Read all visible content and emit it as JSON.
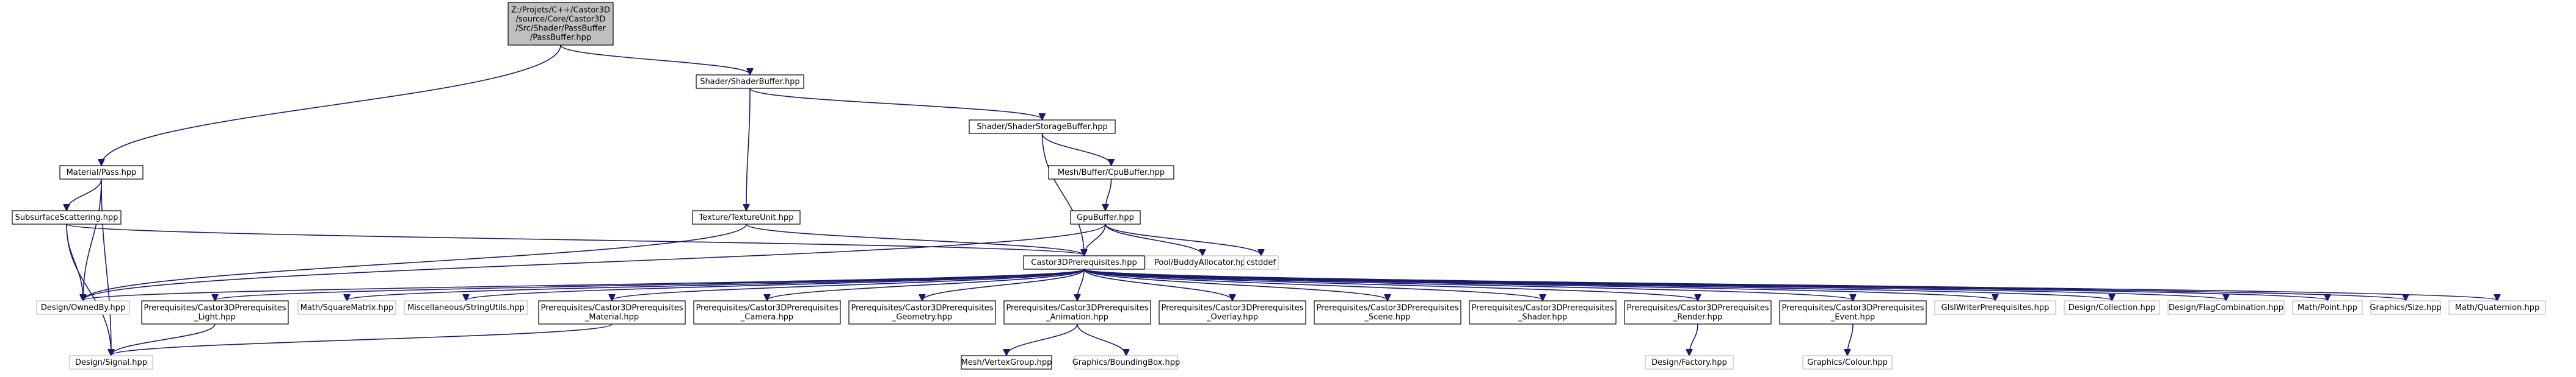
{
  "graph": {
    "nodes": [
      {
        "id": "root",
        "lines": [
          "Z:/Projets/C++/Castor3D",
          "/source/Core/Castor3D",
          "/Src/Shader/PassBuffer",
          "/PassBuffer.hpp"
        ],
        "style": "root"
      },
      {
        "id": "material_pass",
        "lines": [
          "Material/Pass.hpp"
        ],
        "style": "normal"
      },
      {
        "id": "shader_buffer",
        "lines": [
          "Shader/ShaderBuffer.hpp"
        ],
        "style": "normal"
      },
      {
        "id": "shader_storage_buffer",
        "lines": [
          "Shader/ShaderStorageBuffer.hpp"
        ],
        "style": "normal"
      },
      {
        "id": "subsurface_scattering",
        "lines": [
          "SubsurfaceScattering.hpp"
        ],
        "style": "normal"
      },
      {
        "id": "texture_unit",
        "lines": [
          "Texture/TextureUnit.hpp"
        ],
        "style": "normal"
      },
      {
        "id": "cpu_buffer",
        "lines": [
          "Mesh/Buffer/CpuBuffer.hpp"
        ],
        "style": "normal"
      },
      {
        "id": "gpu_buffer",
        "lines": [
          "GpuBuffer.hpp"
        ],
        "style": "normal"
      },
      {
        "id": "pool_buddy",
        "lines": [
          "Pool/BuddyAllocator.hpp"
        ],
        "style": "gray"
      },
      {
        "id": "cstddef",
        "lines": [
          "cstddef"
        ],
        "style": "gray"
      },
      {
        "id": "c3d_prereq",
        "lines": [
          "Castor3DPrerequisites.hpp"
        ],
        "style": "normal"
      },
      {
        "id": "design_ownedby",
        "lines": [
          "Design/OwnedBy.hpp"
        ],
        "style": "gray"
      },
      {
        "id": "pr_light",
        "lines": [
          "Prerequisites/Castor3DPrerequisites",
          "_Light.hpp"
        ],
        "style": "normal"
      },
      {
        "id": "math_squarematrix",
        "lines": [
          "Math/SquareMatrix.hpp"
        ],
        "style": "gray"
      },
      {
        "id": "misc_stringutils",
        "lines": [
          "Miscellaneous/StringUtils.hpp"
        ],
        "style": "gray"
      },
      {
        "id": "pr_material",
        "lines": [
          "Prerequisites/Castor3DPrerequisites",
          "_Material.hpp"
        ],
        "style": "normal"
      },
      {
        "id": "pr_camera",
        "lines": [
          "Prerequisites/Castor3DPrerequisites",
          "_Camera.hpp"
        ],
        "style": "normal"
      },
      {
        "id": "pr_geometry",
        "lines": [
          "Prerequisites/Castor3DPrerequisites",
          "_Geometry.hpp"
        ],
        "style": "normal"
      },
      {
        "id": "pr_animation",
        "lines": [
          "Prerequisites/Castor3DPrerequisites",
          "_Animation.hpp"
        ],
        "style": "normal"
      },
      {
        "id": "pr_overlay",
        "lines": [
          "Prerequisites/Castor3DPrerequisites",
          "_Overlay.hpp"
        ],
        "style": "normal"
      },
      {
        "id": "pr_scene",
        "lines": [
          "Prerequisites/Castor3DPrerequisites",
          "_Scene.hpp"
        ],
        "style": "normal"
      },
      {
        "id": "pr_shader",
        "lines": [
          "Prerequisites/Castor3DPrerequisites",
          "_Shader.hpp"
        ],
        "style": "normal"
      },
      {
        "id": "pr_render",
        "lines": [
          "Prerequisites/Castor3DPrerequisites",
          "_Render.hpp"
        ],
        "style": "normal"
      },
      {
        "id": "pr_event",
        "lines": [
          "Prerequisites/Castor3DPrerequisites",
          "_Event.hpp"
        ],
        "style": "normal"
      },
      {
        "id": "glsl_writer",
        "lines": [
          "GlslWriterPrerequisites.hpp"
        ],
        "style": "gray"
      },
      {
        "id": "design_collection",
        "lines": [
          "Design/Collection.hpp"
        ],
        "style": "gray"
      },
      {
        "id": "design_flagcombination",
        "lines": [
          "Design/FlagCombination.hpp"
        ],
        "style": "gray"
      },
      {
        "id": "math_point",
        "lines": [
          "Math/Point.hpp"
        ],
        "style": "gray"
      },
      {
        "id": "graphics_size",
        "lines": [
          "Graphics/Size.hpp"
        ],
        "style": "gray"
      },
      {
        "id": "math_quaternion",
        "lines": [
          "Math/Quaternion.hpp"
        ],
        "style": "gray"
      },
      {
        "id": "design_signal",
        "lines": [
          "Design/Signal.hpp"
        ],
        "style": "gray"
      },
      {
        "id": "mesh_vertexgroup",
        "lines": [
          "Mesh/VertexGroup.hpp"
        ],
        "style": "normal"
      },
      {
        "id": "graphics_boundingbox",
        "lines": [
          "Graphics/BoundingBox.hpp"
        ],
        "style": "gray"
      },
      {
        "id": "design_factory",
        "lines": [
          "Design/Factory.hpp"
        ],
        "style": "gray"
      },
      {
        "id": "graphics_colour",
        "lines": [
          "Graphics/Colour.hpp"
        ],
        "style": "gray"
      }
    ],
    "edges": [
      [
        "root",
        "material_pass"
      ],
      [
        "root",
        "shader_buffer"
      ],
      [
        "material_pass",
        "subsurface_scattering"
      ],
      [
        "material_pass",
        "design_ownedby"
      ],
      [
        "material_pass",
        "design_signal"
      ],
      [
        "shader_buffer",
        "shader_storage_buffer"
      ],
      [
        "shader_buffer",
        "texture_unit"
      ],
      [
        "shader_storage_buffer",
        "cpu_buffer"
      ],
      [
        "shader_storage_buffer",
        "c3d_prereq"
      ],
      [
        "cpu_buffer",
        "gpu_buffer"
      ],
      [
        "gpu_buffer",
        "c3d_prereq"
      ],
      [
        "gpu_buffer",
        "pool_buddy"
      ],
      [
        "gpu_buffer",
        "cstddef"
      ],
      [
        "gpu_buffer",
        "design_ownedby"
      ],
      [
        "subsurface_scattering",
        "c3d_prereq"
      ],
      [
        "subsurface_scattering",
        "design_ownedby"
      ],
      [
        "subsurface_scattering",
        "design_signal"
      ],
      [
        "texture_unit",
        "c3d_prereq"
      ],
      [
        "texture_unit",
        "design_ownedby"
      ],
      [
        "c3d_prereq",
        "design_ownedby"
      ],
      [
        "c3d_prereq",
        "pr_light"
      ],
      [
        "c3d_prereq",
        "math_squarematrix"
      ],
      [
        "c3d_prereq",
        "misc_stringutils"
      ],
      [
        "c3d_prereq",
        "pr_material"
      ],
      [
        "c3d_prereq",
        "pr_camera"
      ],
      [
        "c3d_prereq",
        "pr_geometry"
      ],
      [
        "c3d_prereq",
        "pr_animation"
      ],
      [
        "c3d_prereq",
        "pr_overlay"
      ],
      [
        "c3d_prereq",
        "pr_scene"
      ],
      [
        "c3d_prereq",
        "pr_shader"
      ],
      [
        "c3d_prereq",
        "pr_render"
      ],
      [
        "c3d_prereq",
        "pr_event"
      ],
      [
        "c3d_prereq",
        "glsl_writer"
      ],
      [
        "c3d_prereq",
        "design_collection"
      ],
      [
        "c3d_prereq",
        "design_flagcombination"
      ],
      [
        "c3d_prereq",
        "math_point"
      ],
      [
        "c3d_prereq",
        "graphics_size"
      ],
      [
        "c3d_prereq",
        "math_quaternion"
      ],
      [
        "pr_light",
        "design_signal"
      ],
      [
        "pr_material",
        "design_signal"
      ],
      [
        "pr_animation",
        "mesh_vertexgroup"
      ],
      [
        "pr_animation",
        "graphics_boundingbox"
      ],
      [
        "pr_render",
        "design_factory"
      ],
      [
        "pr_event",
        "graphics_colour"
      ]
    ]
  },
  "colors": {
    "edge": "#191970",
    "node_border": "#000000",
    "gray_border": "#bfbfbf",
    "root_fill": "#bfbfbf",
    "node_fill": "#ffffff",
    "text": "#000000"
  }
}
